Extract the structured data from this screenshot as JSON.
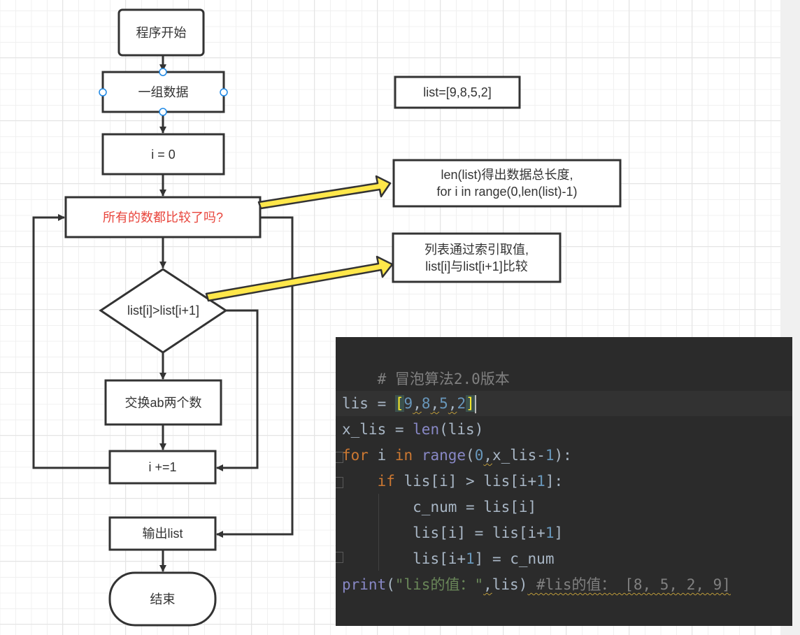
{
  "flowchart": {
    "start": "程序开始",
    "data_input": "一组数据",
    "init": "i = 0",
    "loop_check": "所有的数都比较了吗?",
    "compare": "list[i]>list[i+1]",
    "swap": "交换ab两个数",
    "increment": "i +=1",
    "output": "输出list",
    "end": "结束"
  },
  "annotations": {
    "list_def": "list=[9,8,5,2]",
    "range_note": "len(list)得出数据总长度,\nfor i in range(0,len(list)-1)",
    "index_note": "列表通过索引取值,\nlist[i]与list[i+1]比较"
  },
  "colors": {
    "stroke": "#333333",
    "highlight_arrow": "#ffe74a",
    "selection_handle": "#1e88e5",
    "question_text": "#e8453c",
    "editor_bg": "#2b2b2b"
  },
  "code_editor": {
    "lines": [
      {
        "comment": "# 冒泡算法2.0版本"
      },
      {
        "text": ""
      },
      {
        "var": "lis",
        "op": " = ",
        "list_values": [
          "9",
          "8",
          "5",
          "2"
        ]
      },
      {
        "var": "x_lis",
        "op": " = ",
        "func": "len",
        "arg": "lis"
      },
      {
        "kw1": "for",
        "mid1": " i ",
        "kw2": "in",
        "func": " range",
        "args_a": "0",
        "args_b": "x_lis-",
        "args_n": "1",
        "tail": "):"
      },
      {
        "indent": "    ",
        "kw": "if",
        "rest_a": " lis[i] > lis[i+",
        "num": "1",
        "rest_b": "]:"
      },
      {
        "indent": "        ",
        "text": "c_num = lis[i]"
      },
      {
        "indent": "        ",
        "rest_a": "lis[i] = lis[i+",
        "num": "1",
        "rest_b": "]"
      },
      {
        "indent": "        ",
        "rest_a": "lis[i+",
        "num": "1",
        "rest_b": "] = c_num"
      },
      {
        "func": "print",
        "open": "(",
        "str": "\"lis的值：\"",
        "sep": ",",
        "arg": "lis",
        "close": ")",
        "comment": " #lis的值： [8, 5, 2, 9]"
      }
    ]
  }
}
